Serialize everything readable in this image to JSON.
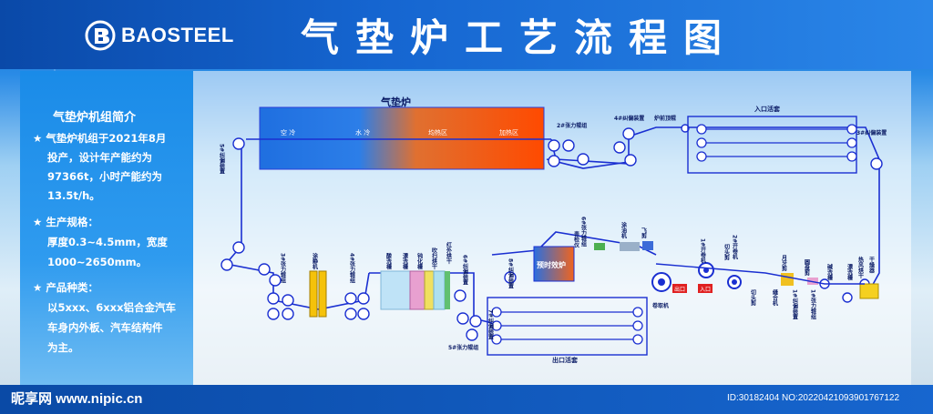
{
  "header": {
    "brand": "BAOSTEEL",
    "title": "气垫炉工艺流程图"
  },
  "side_panel": {
    "heading": "气垫炉机组简介",
    "lines": [
      "★ 气垫炉机组于2021年8月",
      "投产，设计年产能约为",
      "97366t，小时产能约为",
      "13.5t/h。",
      "★ 生产规格：",
      "厚度0.3~4.5mm，宽度",
      "1000~2650mm。",
      "★ 产品种类：",
      "以5xxx、6xxx铝合金汽车",
      "车身内外板、汽车结构件",
      "为主。"
    ]
  },
  "furnace": {
    "title": "气垫炉",
    "zones": [
      "空 冷",
      "水 冷",
      "均热区",
      "加热区"
    ]
  },
  "labels": {
    "entry_loop": "入口活套",
    "exit_loop": "出口活套",
    "aging_furnace": "预时效炉",
    "tension_2": "2#张力辊组",
    "deflector_4": "4#纠偏装置",
    "furnace_top_roll": "炉前顶辊",
    "deflector_3": "3#纠偏装置",
    "deflector_5": "5#纠偏装置",
    "tension_3": "3#张力辊组",
    "painting": "涂静机",
    "tension_4": "4#张力辊组",
    "acid_wash": "酸洗槽",
    "rinse": "漂洗槽",
    "passivate": "钝化槽",
    "blow_dry": "吹扫烘干",
    "ir_dry": "红外烘干",
    "deflector_6": "6#纠偏装置",
    "deflector_8": "8#纠偏装置",
    "deflector_7": "7#纠偏装置",
    "tension_5": "5#张力辊组",
    "tension_6": "6#张力辊组",
    "surface_insp": "表检仪",
    "oiler": "涂油机",
    "flying_shear": "飞剪",
    "coiler": "卷取机",
    "exit_mark": "出口",
    "entry_mark": "入口",
    "uncoiler_1": "1#开卷机",
    "uncoiler_2": "2#开卷机",
    "crop_shear": "切头剪",
    "welder": "缝合机",
    "trim": "月牙剪",
    "side_trim": "圆盘剪",
    "deflector_1": "1#纠偏装置",
    "tension_1": "1#张力辊组",
    "degrease": "碱洗槽",
    "rinse_2": "漂洗槽",
    "dryer": "干燥器",
    "pre_dry": "热风烘干"
  },
  "footer": {
    "site": "昵享网 www.nipic.cn",
    "id_text": "ID:30182404 NO:20220421093901767122"
  },
  "colors": {
    "line": "#1a2fd1",
    "furnace_cool": "#1f6fe0",
    "furnace_hot": "#ff4a00",
    "aging": "#f0641e"
  }
}
